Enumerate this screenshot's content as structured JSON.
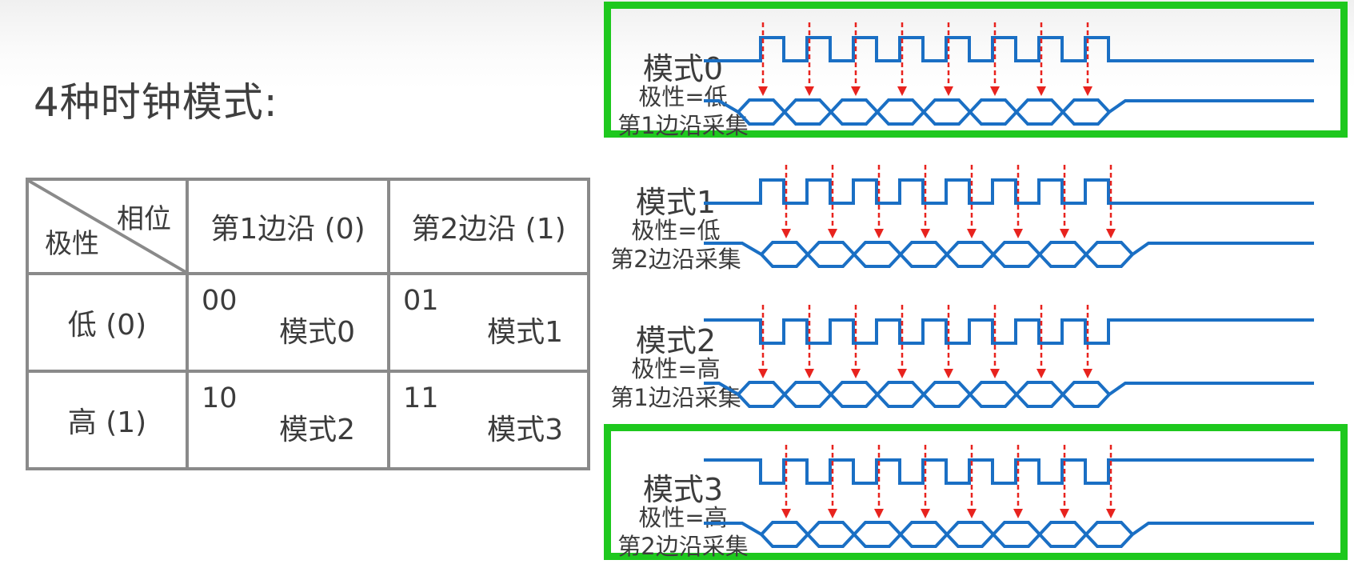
{
  "heading": "4种时钟模式:",
  "table": {
    "corner_top": "相位",
    "corner_bottom": "极性",
    "col_headers": [
      "第1边沿 (0)",
      "第2边沿 (1)"
    ],
    "rows": [
      {
        "label": "低 (0)",
        "cells": [
          {
            "code": "00",
            "mode": "模式0"
          },
          {
            "code": "01",
            "mode": "模式1"
          }
        ]
      },
      {
        "label": "高 (1)",
        "cells": [
          {
            "code": "10",
            "mode": "模式2"
          },
          {
            "code": "11",
            "mode": "模式3"
          }
        ]
      }
    ]
  },
  "timing_panels": [
    {
      "name": "模式0",
      "polarity": "极性=低",
      "edge": "第1边沿采集",
      "idle_level": "low",
      "sample_edge": 1,
      "highlighted": true
    },
    {
      "name": "模式1",
      "polarity": "极性=低",
      "edge": "第2边沿采集",
      "idle_level": "low",
      "sample_edge": 2,
      "highlighted": false
    },
    {
      "name": "模式2",
      "polarity": "极性=高",
      "edge": "第1边沿采集",
      "idle_level": "high",
      "sample_edge": 1,
      "highlighted": false
    },
    {
      "name": "模式3",
      "polarity": "极性=高",
      "edge": "第2边沿采集",
      "idle_level": "high",
      "sample_edge": 2,
      "highlighted": true
    }
  ],
  "clock_pulses": 8,
  "colors": {
    "signal": "#1a6fc4",
    "arrow": "#e8231e",
    "highlight": "#1ec81e",
    "table_border": "#8a8a8a"
  }
}
